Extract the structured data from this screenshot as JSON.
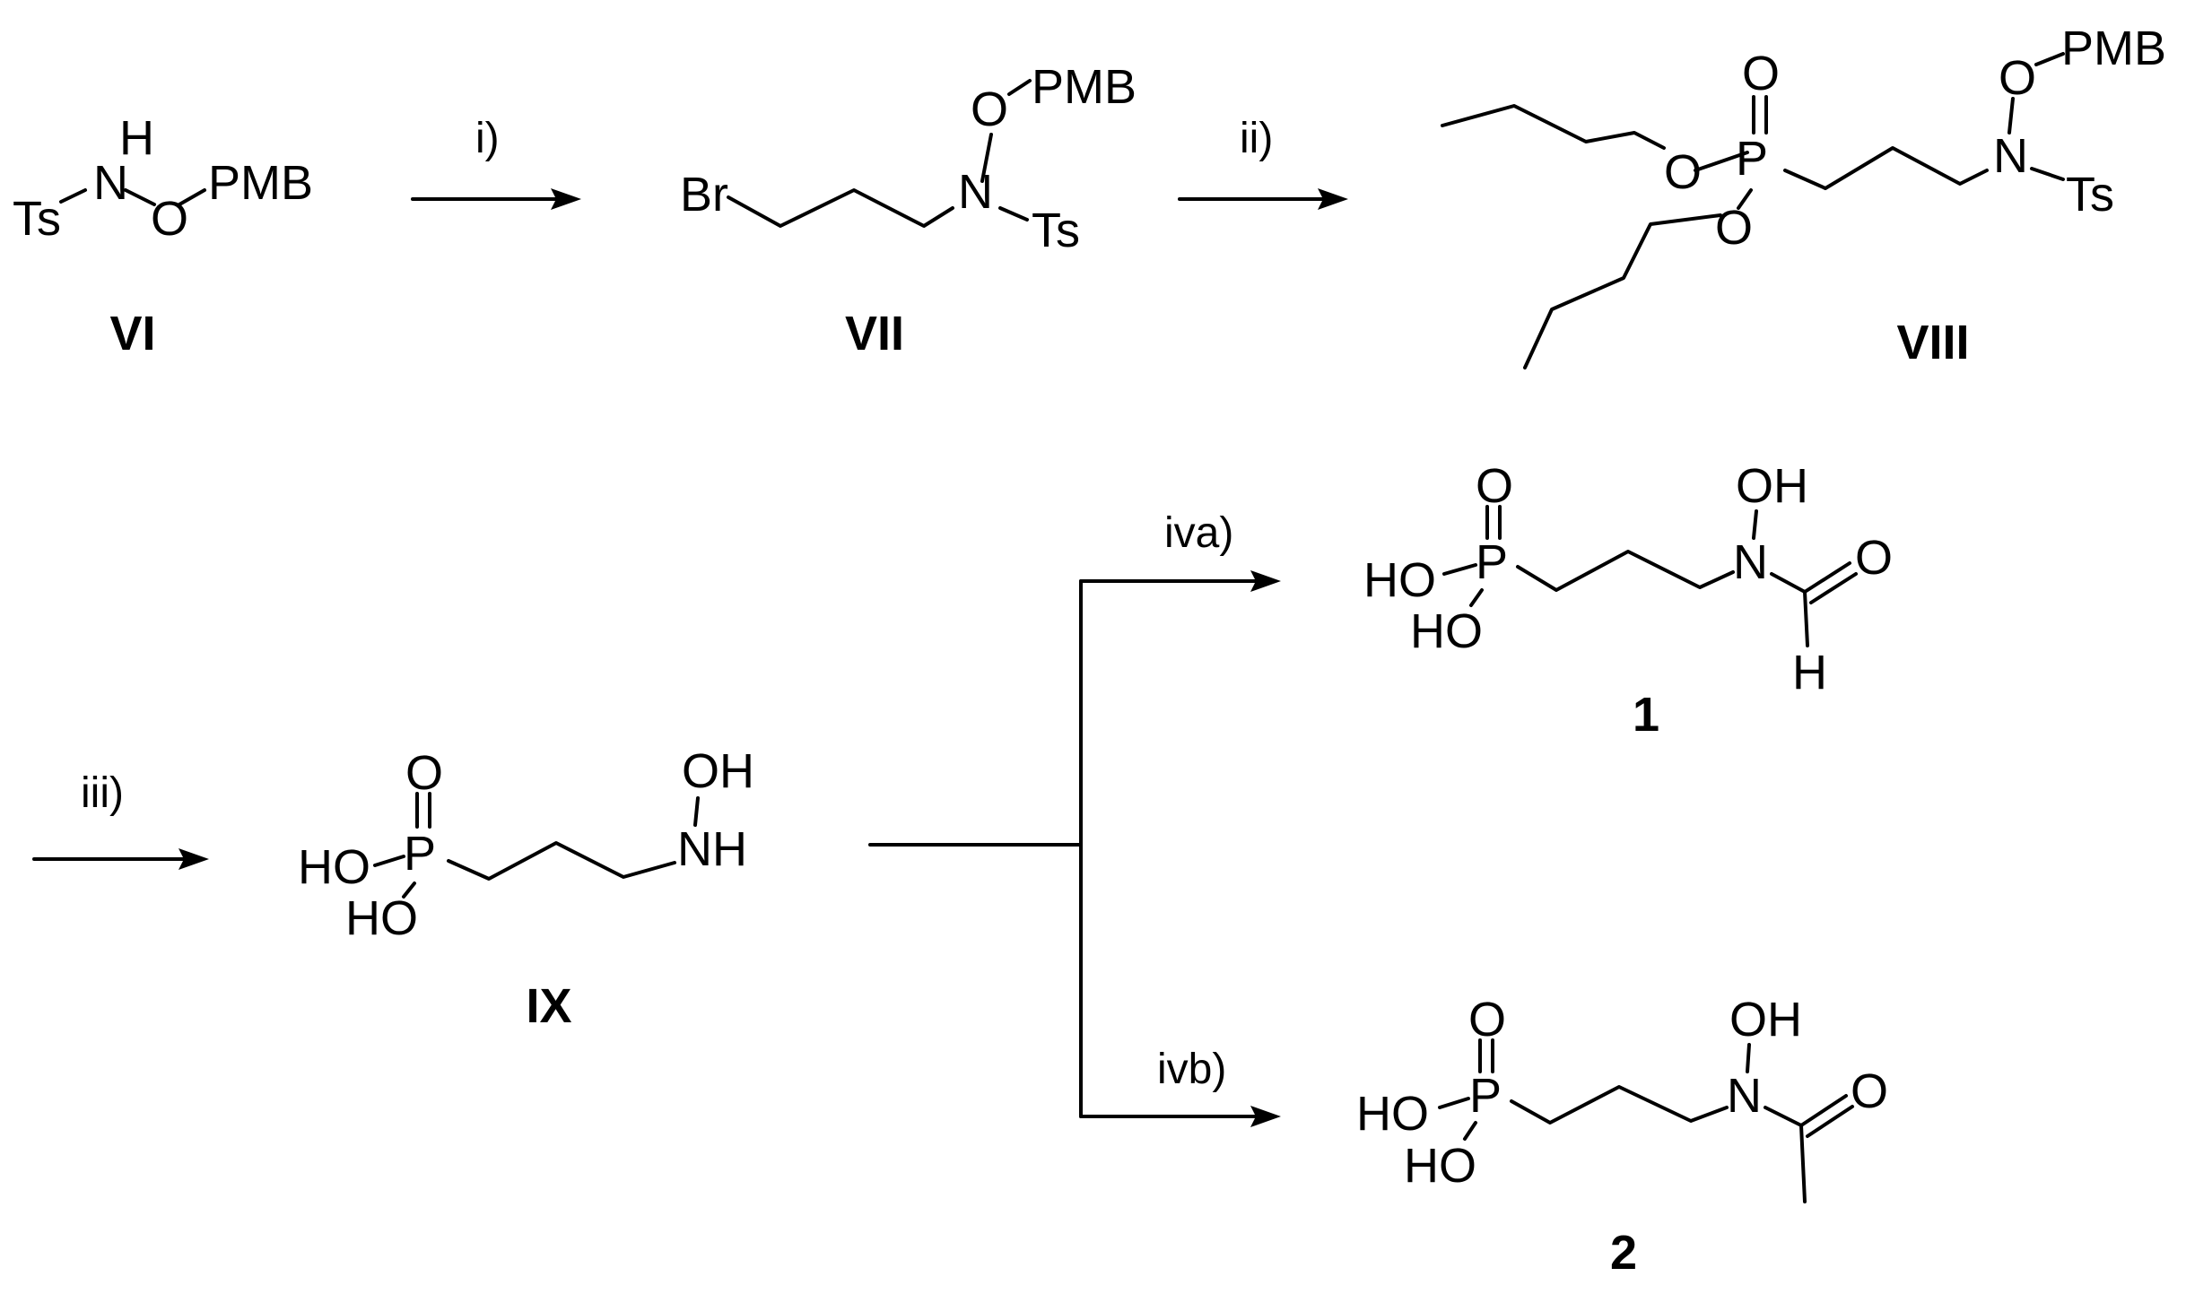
{
  "scheme": {
    "compounds": {
      "VI": {
        "label": "VI",
        "atoms": {
          "H": "H",
          "N": "N",
          "Ts": "Ts",
          "O": "O",
          "PMB": "PMB"
        }
      },
      "VII": {
        "label": "VII",
        "atoms": {
          "Br": "Br",
          "N": "N",
          "Ts": "Ts",
          "O": "O",
          "PMB": "PMB"
        }
      },
      "VIII": {
        "label": "VIII",
        "atoms": {
          "P": "P",
          "O_double": "O",
          "O_ester1": "O",
          "O_ester2": "O",
          "N": "N",
          "Ts": "Ts",
          "O": "O",
          "PMB": "PMB"
        }
      },
      "IX": {
        "label": "IX",
        "atoms": {
          "P": "P",
          "O_double": "O",
          "HO1": "HO",
          "HO2": "HO",
          "NH": "NH",
          "OH": "OH"
        }
      },
      "c1": {
        "label": "1",
        "atoms": {
          "P": "P",
          "O_double": "O",
          "HO1": "HO",
          "HO2": "HO",
          "N": "N",
          "OH": "OH",
          "O_formyl": "O",
          "H_formyl": "H"
        }
      },
      "c2": {
        "label": "2",
        "atoms": {
          "P": "P",
          "O_double": "O",
          "HO1": "HO",
          "HO2": "HO",
          "N": "N",
          "OH": "OH",
          "O_acetyl": "O"
        }
      }
    },
    "steps": {
      "i": "i)",
      "ii": "ii)",
      "iii": "iii)",
      "iva": "iva)",
      "ivb": "ivb)"
    }
  }
}
